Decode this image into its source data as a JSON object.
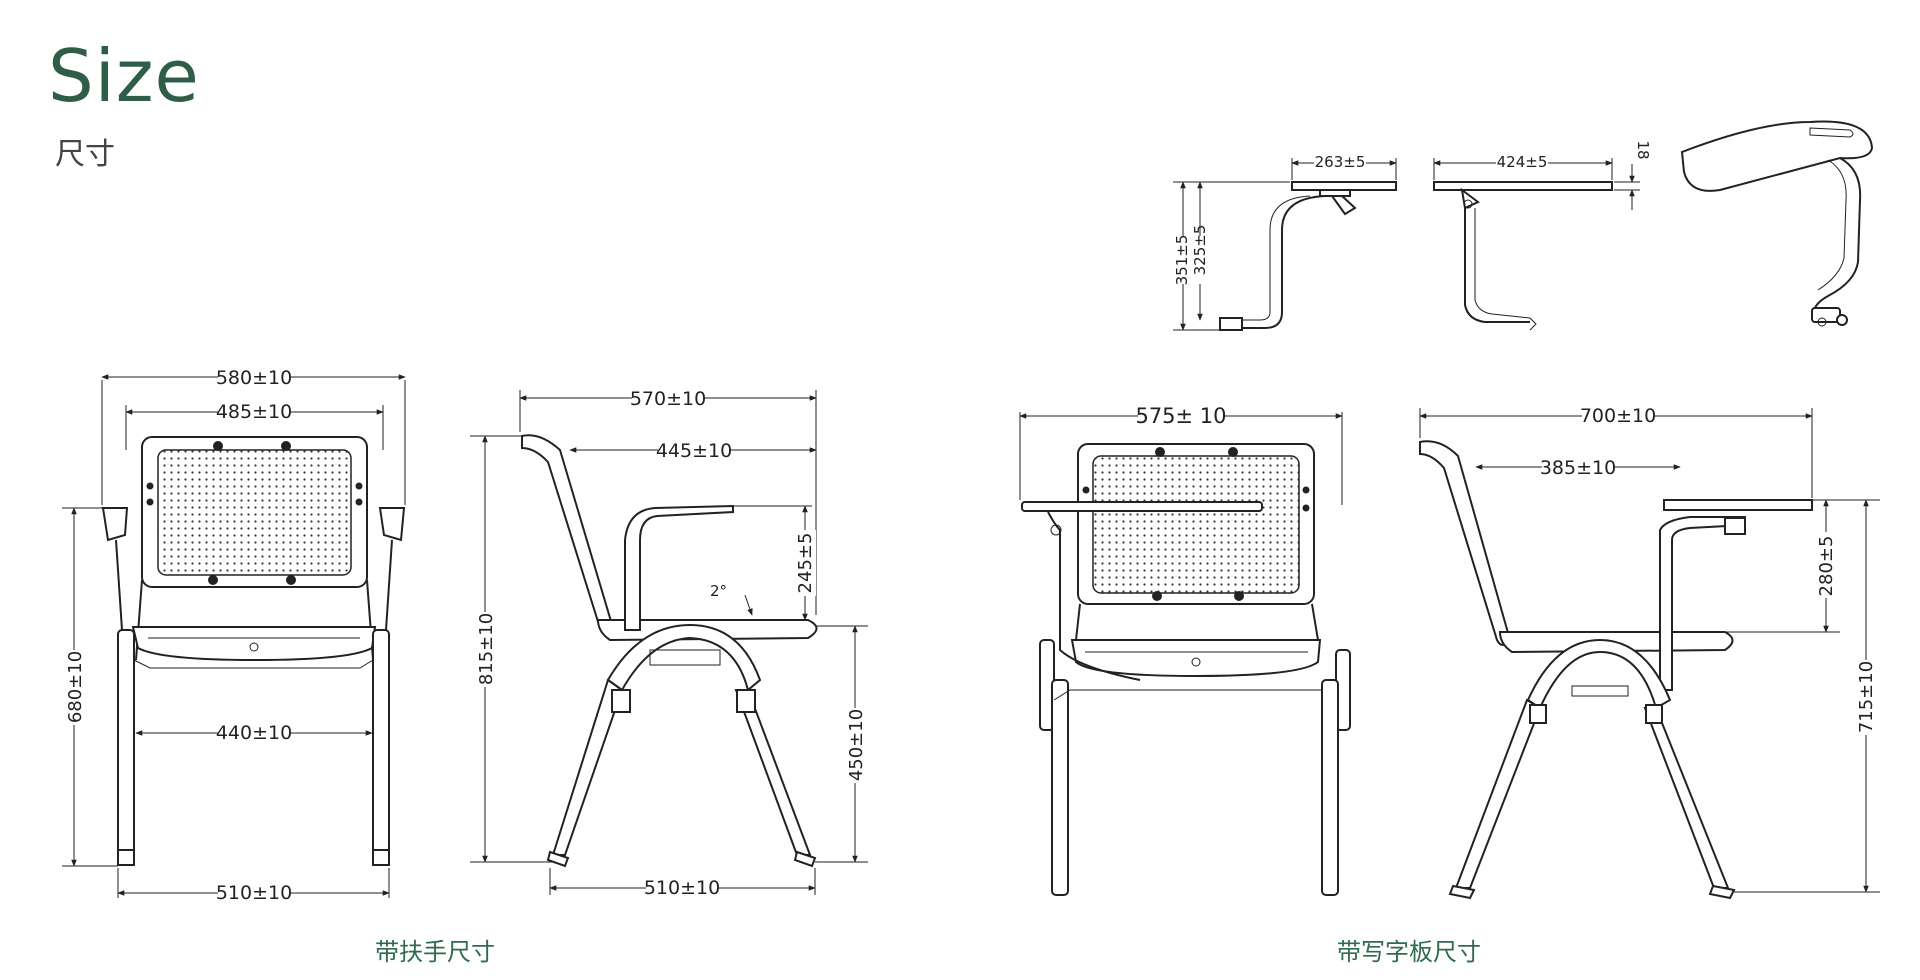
{
  "header": {
    "title": "Size",
    "subtitle": "尺寸"
  },
  "captions": {
    "left": "带扶手尺寸",
    "right": "带写字板尺寸"
  },
  "dimensions": {
    "armchair_front": {
      "overall_width": "580±10",
      "back_width": "485±10",
      "seat_width": "440±10",
      "base_width": "510±10",
      "arm_height": "680±10"
    },
    "armchair_side": {
      "overall_depth": "570±10",
      "arm_depth": "445±10",
      "arm_above_seat": "245±5",
      "seat_angle": "2°",
      "overall_height": "815±10",
      "seat_height": "450±10",
      "base_depth": "510±10"
    },
    "tablet_front": {
      "overall_width": "575± 10"
    },
    "tablet_side": {
      "overall_depth": "700±10",
      "tablet_depth": "385±10",
      "tablet_above_seat": "280±5",
      "tablet_height": "715±10"
    },
    "tablet_detail": {
      "depth": "263±5",
      "width": "424±5",
      "thickness": "18",
      "height_outer": "351±5",
      "height_inner": "325±5"
    }
  },
  "colors": {
    "title": "#2f5d48",
    "caption": "#2f6b4f",
    "line": "#222222"
  }
}
